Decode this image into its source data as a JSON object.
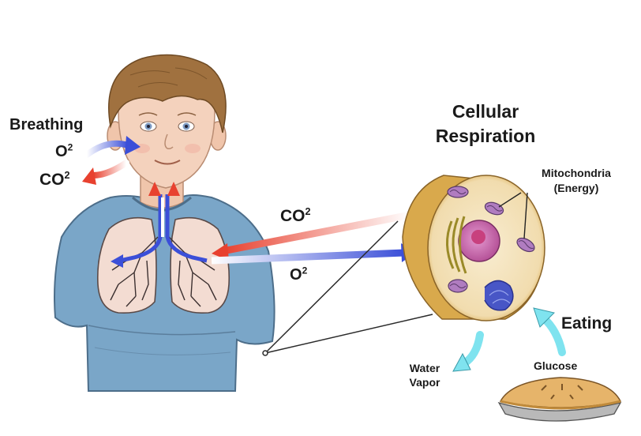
{
  "title": {
    "line1": "Cellular",
    "line2": "Respiration"
  },
  "labels": {
    "breathing": "Breathing",
    "o2_breathing": {
      "base": "O",
      "sup": "2"
    },
    "co2_breathing": {
      "base": "CO",
      "sup": "2"
    },
    "co2_cell": {
      "base": "CO",
      "sup": "2"
    },
    "o2_cell": {
      "base": "O",
      "sup": "2"
    },
    "mitochondria": {
      "line1": "Mitochondria",
      "line2": "(Energy)"
    },
    "eating": "Eating",
    "water_vapor": {
      "line1": "Water",
      "line2": "Vapor"
    },
    "glucose": "Glucose"
  },
  "colors": {
    "co2_arrow": "#e8412f",
    "o2_arrow": "#3b4fd8",
    "cyan_arrow": "#7fe3ef",
    "shirt": "#7aa6c8",
    "skin": "#f4d2bd",
    "hair": "#a0713f",
    "cell_membrane": "#e0b65a",
    "cell_fill": "#f5e6c4",
    "lung_fill": "#f3dcd2"
  },
  "icons": [
    "boy-figure",
    "lungs-icon",
    "animal-cell-icon",
    "pie-icon",
    "mitochondria-icon"
  ]
}
